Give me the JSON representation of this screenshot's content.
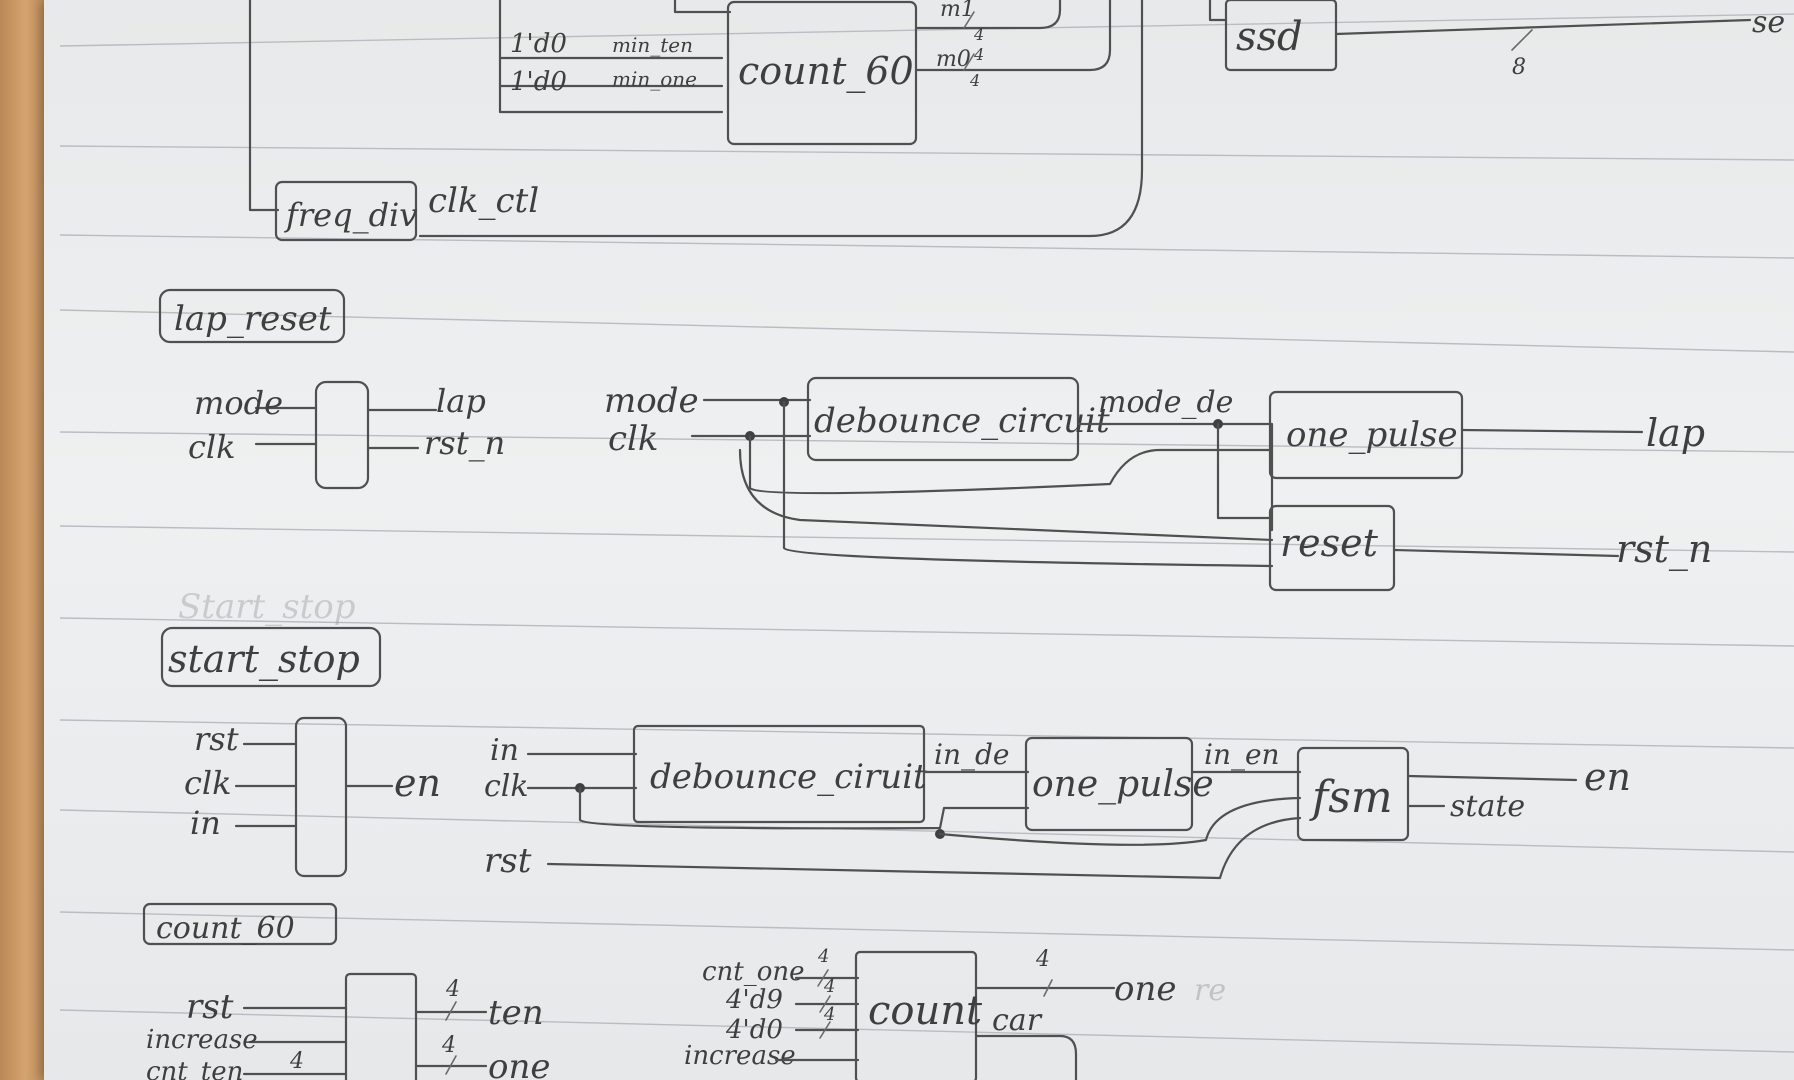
{
  "top": {
    "labels": {
      "in_ten": "1'd0",
      "in_ten_sig": "min_ten",
      "in_one": "1'd0",
      "in_one_sig": "min_one",
      "count_60": "count_60",
      "out_m1": "m1",
      "out_m0": "m0",
      "bus4_a": "4",
      "bus4_b": "4",
      "bus4_c": "4",
      "ssd": "ssd",
      "ssd_out": "se",
      "bus8": "8",
      "freq_div": "freq_div",
      "clk_ctl": "clk_ctl"
    }
  },
  "lap_reset": {
    "title": "lap_reset",
    "sym_in": [
      "mode",
      "clk"
    ],
    "sym_out": [
      "lap",
      "rst_n"
    ],
    "in_mode": "mode",
    "in_clk": "clk",
    "debounce": "debounce_circuit",
    "mode_de": "mode_de",
    "one_pulse": "one_pulse",
    "reset": "reset",
    "out_lap": "lap",
    "out_rst_n": "rst_n"
  },
  "start_stop": {
    "title": "start_stop",
    "ghost": "Start_stop",
    "sym_in": [
      "rst",
      "clk",
      "in"
    ],
    "sym_out": "en",
    "in_in": "in",
    "in_clk": "clk",
    "in_rst": "rst",
    "debounce": "debounce_ciruit",
    "in_de": "in_de",
    "one_pulse": "one_pulse",
    "in_en": "in_en",
    "fsm": "fsm",
    "state": "state",
    "out_en": "en"
  },
  "count_60": {
    "title": "count_60",
    "sym_in": [
      "rst",
      "increase",
      "cnt_ten"
    ],
    "sym_out": [
      "ten",
      "one"
    ],
    "bus_ten": "4",
    "bus_one": "4",
    "bus_in": "4",
    "cnt_one": "cnt_one",
    "d9": "4'd9",
    "d0": "4'd0",
    "increase": "increase",
    "bus_a": "4",
    "bus_b": "4",
    "bus_c": "4",
    "count": "count",
    "car": "car",
    "out_one": "one",
    "out_bus": "4",
    "ghost_re": "re"
  }
}
